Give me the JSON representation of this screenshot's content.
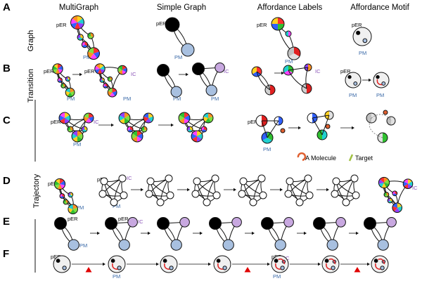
{
  "columns": [
    "MultiGraph",
    "Simple Graph",
    "Affordance Labels",
    "Affordance Motif"
  ],
  "panels": {
    "A": {
      "letter": "A",
      "row_label": "Graph"
    },
    "B": {
      "letter": "B",
      "row_label": "Transition"
    },
    "C": {
      "letter": "C"
    },
    "D": {
      "letter": "D",
      "row_label": "Trajectory"
    },
    "E": {
      "letter": "E"
    },
    "F": {
      "letter": "F"
    }
  },
  "labels": {
    "per": "pER",
    "pm": "PM",
    "ic": "IC"
  },
  "legend": {
    "molecule": "A Molecule",
    "target": "Target"
  },
  "colors": {
    "per": "#000000",
    "pm": "#a8c0e0",
    "ic": "#c8a8e0",
    "pm_text": "#3b6aa8",
    "ic_text": "#8b55b8",
    "affordance_red": "#e02020",
    "molecule_orange": "#e06030",
    "target_green": "#a0c040",
    "triangle_red": "#e00000"
  }
}
